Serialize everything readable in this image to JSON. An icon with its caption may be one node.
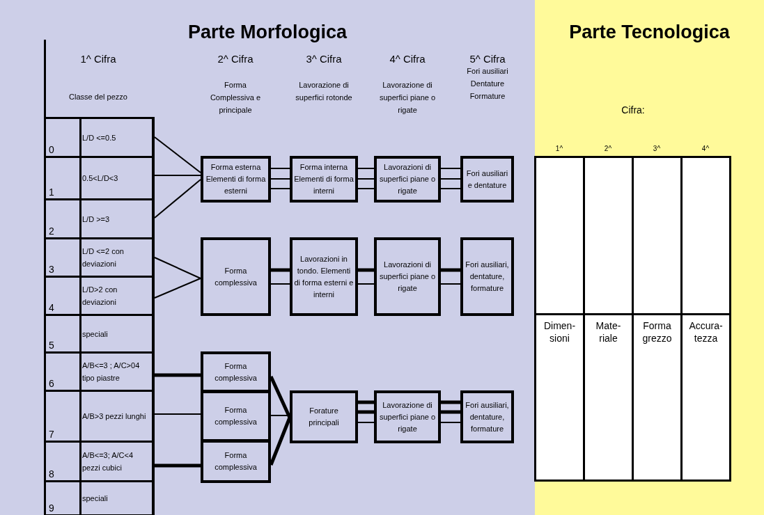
{
  "diagram": {
    "nodes": [
      {
        "text": [
          "Parte Morfologica"
        ]
      },
      {
        "text": [
          "Parte Tecnologica"
        ]
      },
      {
        "text": [
          "0",
          "L/D <=0.5"
        ],
        "in": 0
      },
      {
        "text": [
          "1",
          "0.5<L/D<3"
        ],
        "in": 0
      },
      {
        "text": [
          "2",
          "L/D >=3"
        ],
        "in": 0
      },
      {
        "text": [
          "3",
          "L/D <=2 con deviazioni"
        ],
        "in": 0
      },
      {
        "text": [
          "4",
          "L/D>2 con deviazioni"
        ],
        "in": 0
      },
      {
        "text": [
          "5",
          "speciali"
        ],
        "in": 0
      },
      {
        "text": [
          "6",
          "A/B<=3 ; A/C>04 tipo piastre"
        ],
        "in": 0
      },
      {
        "text": [
          "7",
          "A/B>3 pezzi lunghi"
        ],
        "in": 0
      },
      {
        "text": [
          "8",
          "A/B<=3; A/C<4 pezzi cubici"
        ],
        "in": 0
      },
      {
        "text": [
          "9",
          "speciali"
        ],
        "in": 0
      },
      {
        "text": [
          "Forma esterna Elementi di forma esterni"
        ],
        "in": 0
      },
      {
        "text": [
          "Forma interna Elementi di forma interni"
        ],
        "in": 0
      },
      {
        "text": [
          "Lavorazioni di superfici piane o rigate"
        ],
        "in": 0
      },
      {
        "text": [
          "Fori ausiliari e dentature"
        ],
        "in": 0
      },
      {
        "text": [
          "Forma complessiva"
        ],
        "in": 0
      },
      {
        "text": [
          "Lavorazioni in tondo. Elementi di forma esterni e interni"
        ],
        "in": 0
      },
      {
        "text": [
          "Lavorazioni di superfici piane o rigate"
        ],
        "in": 0
      },
      {
        "text": [
          "Fori ausiliari, dentature, formature"
        ],
        "in": 0
      },
      {
        "text": [
          "Forma complessiva"
        ],
        "in": 0
      },
      {
        "text": [
          "Forma complessiva"
        ],
        "in": 0
      },
      {
        "text": [
          "Forma complessiva"
        ],
        "in": 0
      },
      {
        "text": [
          "Forature principali"
        ],
        "in": 0
      },
      {
        "text": [
          "Lavorazione di superfici piane o rigate"
        ],
        "in": 0
      },
      {
        "text": [
          "Fori ausiliari, dentature, formature"
        ],
        "in": 0
      },
      {
        "text": [
          "Dimen- sioni"
        ],
        "in": 1
      },
      {
        "text": [
          "Mate- riale"
        ],
        "in": 1
      },
      {
        "text": [
          "Forma grezzo"
        ],
        "in": 1
      },
      {
        "text": [
          "Accura- tezza"
        ],
        "in": 1
      }
    ],
    "edges": [
      {
        "from": 2,
        "to": 12,
        "arrow": "none"
      },
      {
        "from": 3,
        "to": 12,
        "arrow": "none"
      },
      {
        "from": 4,
        "to": 12,
        "arrow": "none"
      },
      {
        "from": 12,
        "to": 13,
        "arrow": "none"
      },
      {
        "from": 12,
        "to": 13,
        "arrow": "none"
      },
      {
        "from": 12,
        "to": 13,
        "arrow": "none"
      },
      {
        "from": 13,
        "to": 14,
        "arrow": "none"
      },
      {
        "from": 13,
        "to": 14,
        "arrow": "none"
      },
      {
        "from": 13,
        "to": 14,
        "arrow": "none"
      },
      {
        "from": 14,
        "to": 15,
        "arrow": "none"
      },
      {
        "from": 14,
        "to": 15,
        "arrow": "none"
      },
      {
        "from": 14,
        "to": 15,
        "arrow": "none"
      },
      {
        "from": 5,
        "to": 16,
        "arrow": "none"
      },
      {
        "from": 6,
        "to": 16,
        "arrow": "none"
      },
      {
        "from": 16,
        "to": 17,
        "arrow": "none",
        "style": "thick"
      },
      {
        "from": 16,
        "to": 17,
        "arrow": "none"
      },
      {
        "from": 17,
        "to": 18,
        "arrow": "none",
        "style": "thick"
      },
      {
        "from": 17,
        "to": 18,
        "arrow": "none"
      },
      {
        "from": 18,
        "to": 19,
        "arrow": "none",
        "style": "thick"
      },
      {
        "from": 18,
        "to": 19,
        "arrow": "none"
      },
      {
        "from": 8,
        "to": 20,
        "arrow": "none",
        "style": "thick"
      },
      {
        "from": 9,
        "to": 21,
        "arrow": "none"
      },
      {
        "from": 10,
        "to": 22,
        "arrow": "none",
        "style": "thick"
      },
      {
        "from": 20,
        "to": 23,
        "arrow": "none",
        "style": "thick"
      },
      {
        "from": 21,
        "to": 23,
        "arrow": "none"
      },
      {
        "from": 22,
        "to": 23,
        "arrow": "none",
        "style": "thick"
      },
      {
        "from": 23,
        "to": 24,
        "arrow": "none",
        "style": "thick"
      },
      {
        "from": 23,
        "to": 24,
        "arrow": "none",
        "style": "thick"
      },
      {
        "from": 23,
        "to": 24,
        "arrow": "none"
      },
      {
        "from": 24,
        "to": 25,
        "arrow": "none",
        "style": "thick"
      },
      {
        "from": 24,
        "to": 25,
        "arrow": "none",
        "style": "thick"
      },
      {
        "from": 24,
        "to": 25,
        "arrow": "none"
      }
    ],
    "labels": [
      "1^ Cifra",
      "2^ Cifra",
      "3^ Cifra",
      "4^ Cifra",
      "5^ Cifra",
      "Classe del pezzo",
      "Forma Complessiva e principale",
      "Lavorazione di superfici rotonde",
      "Lavorazione di superfici piane o rigate",
      "Fori ausiliari Dentature Formature",
      "Cifra:",
      "1^",
      "2^",
      "3^",
      "4^"
    ]
  }
}
